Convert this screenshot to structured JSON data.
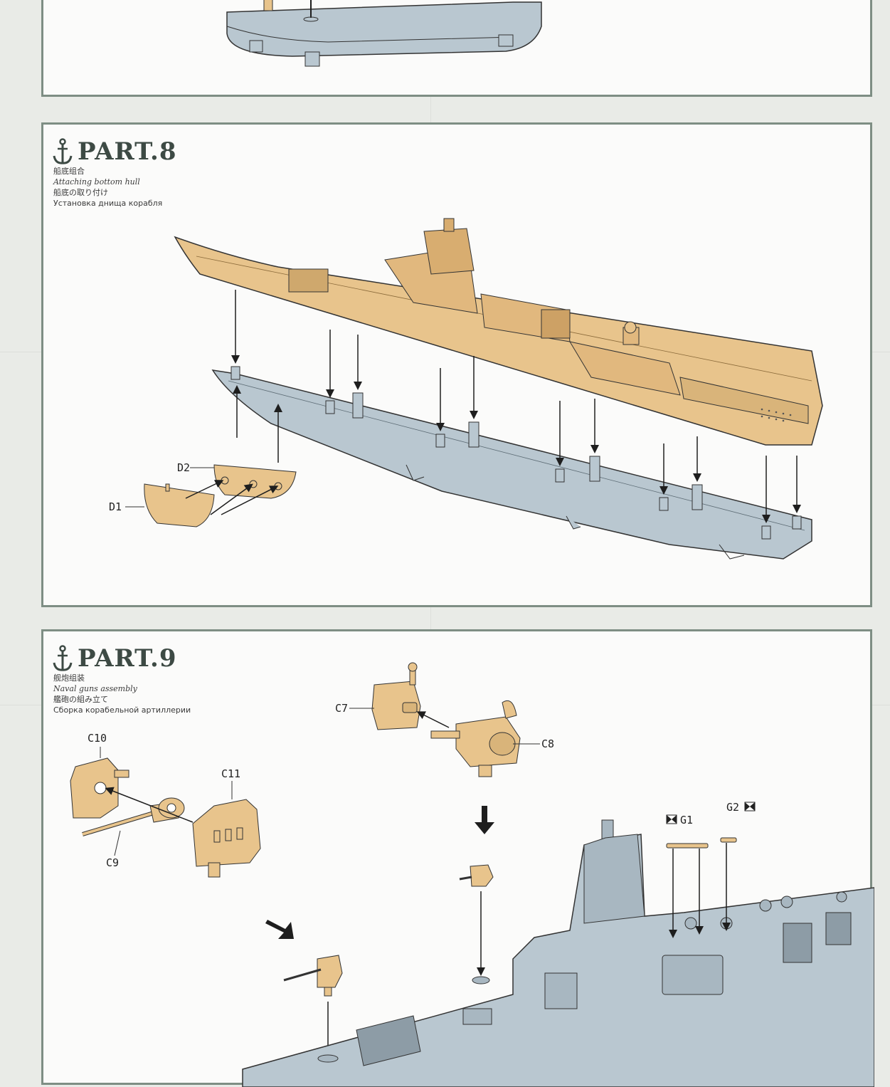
{
  "part8": {
    "title": "PART.8",
    "subtitle_zh": "船底组合",
    "subtitle_en": "Attaching bottom hull",
    "subtitle_ja": "船底の取り付け",
    "subtitle_ru": "Установка днища корабля",
    "labels": {
      "d1": "D1",
      "d2": "D2"
    }
  },
  "part9": {
    "title": "PART.9",
    "subtitle_zh": "舰炮组装",
    "subtitle_en": "Naval guns assembly",
    "subtitle_ja": "艦砲の組み立て",
    "subtitle_ru": "Сборка корабельной артиллерии",
    "labels": {
      "c7": "C7",
      "c8": "C8",
      "c9": "C9",
      "c10": "C10",
      "c11": "C11",
      "g1": "G1",
      "g2": "G2"
    }
  },
  "colors": {
    "frame": "#7e8e84",
    "tan": "#e8c48c",
    "grey": "#b9c7d0",
    "dark": "#1e1e1e"
  }
}
